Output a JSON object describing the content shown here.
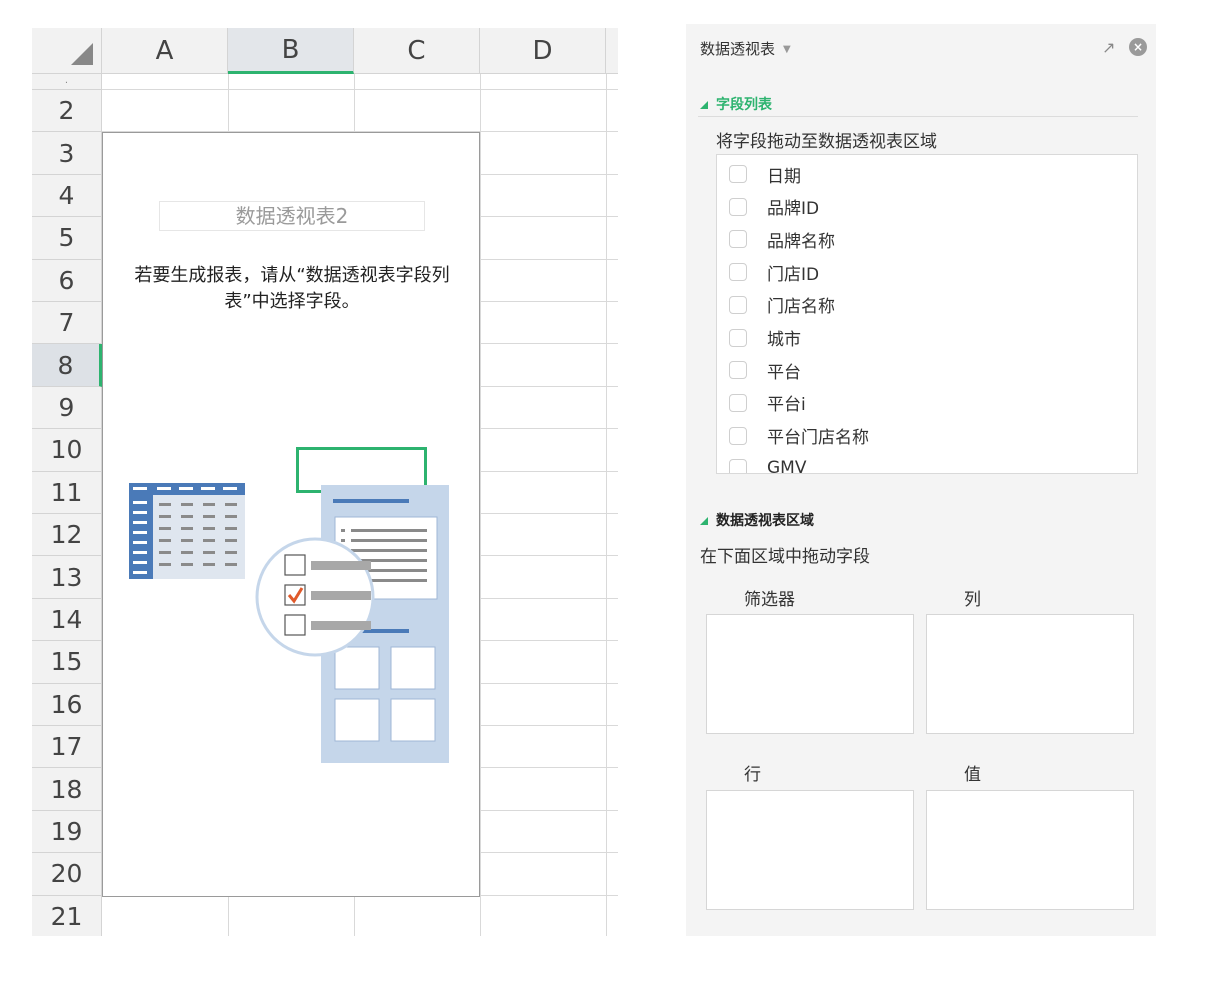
{
  "sheet": {
    "columns": [
      "A",
      "B",
      "C",
      "D"
    ],
    "rows": [
      "2",
      "3",
      "4",
      "5",
      "6",
      "7",
      "8",
      "9",
      "10",
      "11",
      "12",
      "13",
      "14",
      "15",
      "16",
      "17",
      "18",
      "19",
      "20",
      "21"
    ],
    "selected_column": "B",
    "selected_row": "8",
    "pivot_name": "数据透视表2",
    "pivot_message": "若要生成报表，请从“数据透视表字段列表”中选择字段。"
  },
  "panel": {
    "title": "数据透视表",
    "fields_section": {
      "title": "字段列表",
      "hint": "将字段拖动至数据透视表区域",
      "fields": [
        "日期",
        "品牌ID",
        "品牌名称",
        "门店ID",
        "门店名称",
        "城市",
        "平台",
        "平台i",
        "平台门店名称",
        "GMV"
      ]
    },
    "areas_section": {
      "title": "数据透视表区域",
      "hint": "在下面区域中拖动字段",
      "filters": "筛选器",
      "columns": "列",
      "rows": "行",
      "values": "值"
    }
  },
  "colors": {
    "accent": "#2db36f",
    "illustration_blue": "#4a7ab8",
    "illustration_light": "#c5d6ea"
  }
}
